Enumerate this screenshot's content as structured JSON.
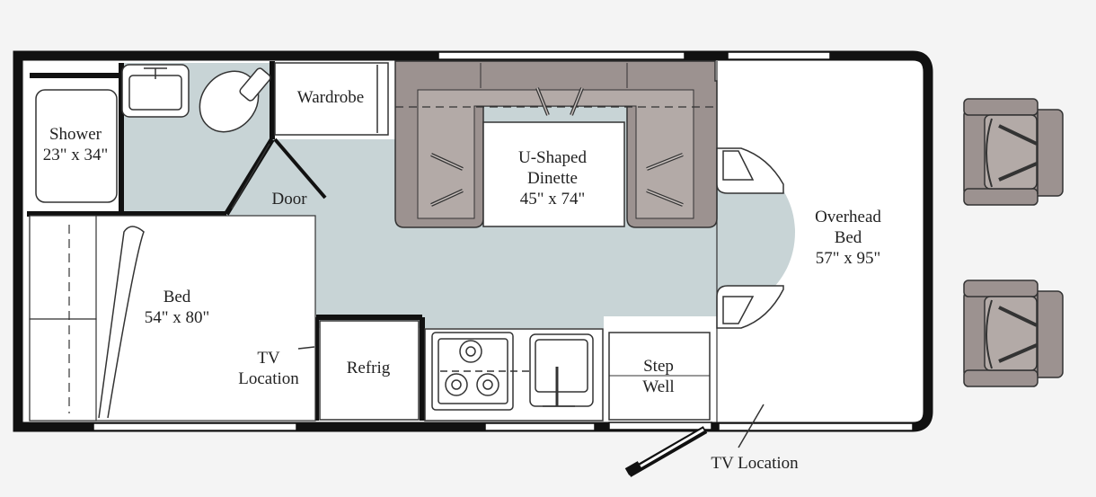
{
  "rooms": {
    "shower": {
      "name": "Shower",
      "size": "23\" x 34\""
    },
    "wardrobe": {
      "name": "Wardrobe"
    },
    "dinette": {
      "line1": "U-Shaped",
      "line2": "Dinette",
      "size": "45\" x 74\""
    },
    "overhead_bed": {
      "line1": "Overhead",
      "line2": "Bed",
      "size": "57\" x 95\""
    },
    "door": {
      "name": "Door"
    },
    "bed": {
      "name": "Bed",
      "size": "54\" x 80\""
    },
    "tv_rear": {
      "line1": "TV",
      "line2": "Location"
    },
    "refrig": {
      "name": "Refrig"
    },
    "step_well": {
      "line1": "Step",
      "line2": "Well"
    },
    "tv_front": {
      "name": "TV Location"
    }
  },
  "colors": {
    "wall": "#111111",
    "floor": "#c8d4d6",
    "furniture_fill": "#ffffff",
    "seat_fill": "#9c9290",
    "seat_cushion": "#b3aaa7",
    "line": "#333333"
  }
}
